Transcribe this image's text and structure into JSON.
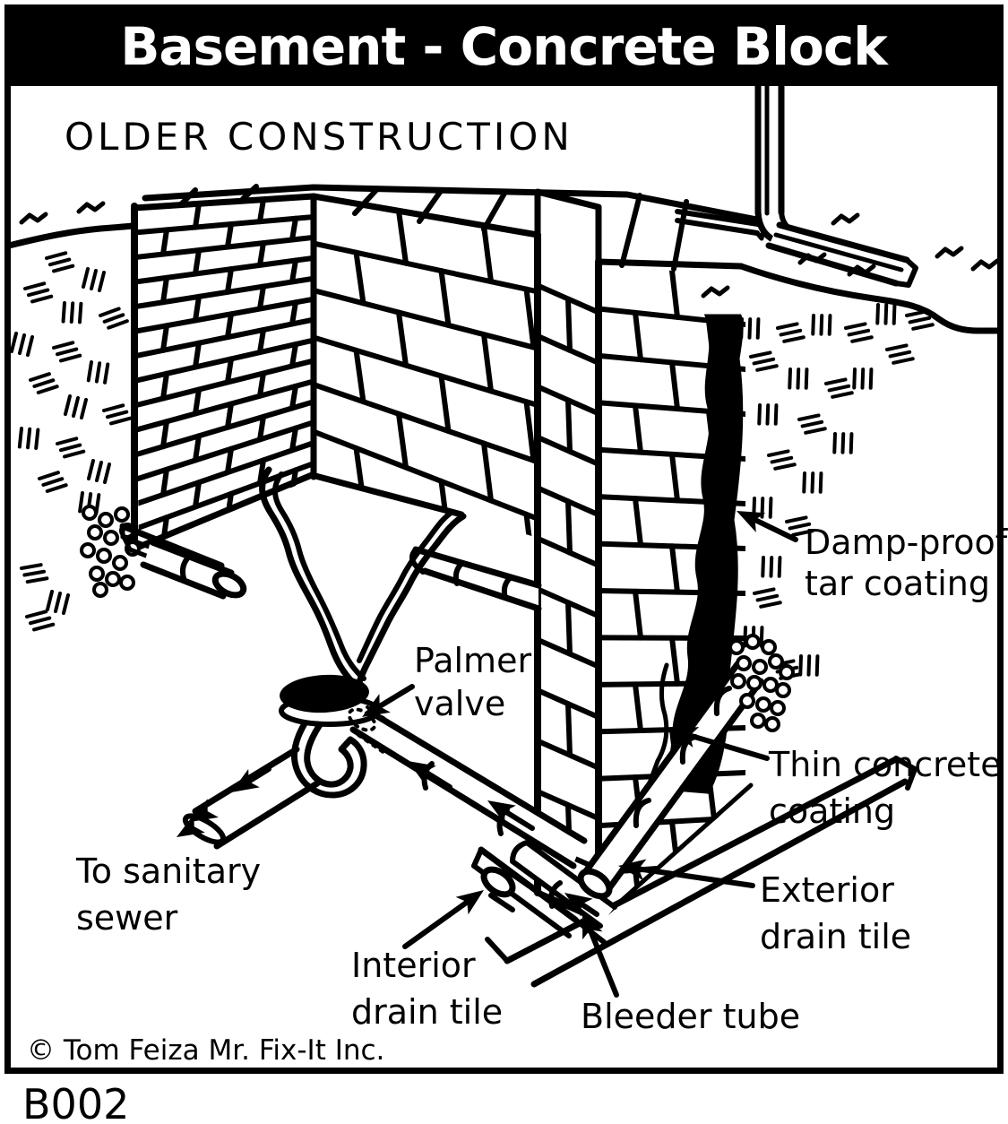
{
  "title": "Basement - Concrete Block",
  "subtitle": "OLDER CONSTRUCTION",
  "figure_id": "B002",
  "copyright": "© Tom Feiza Mr. Fix-It Inc.",
  "colors": {
    "ink": "#000000",
    "paper": "#ffffff",
    "banner_bg": "#000000",
    "banner_text": "#ffffff",
    "tar_coating_fill": "#000000",
    "palmer_valve_fill": "#000000"
  },
  "labels": {
    "palmer_valve": {
      "line1": "Palmer",
      "line2": "valve"
    },
    "damp_proof": {
      "line1": "Damp-proof",
      "line2": "tar coating"
    },
    "thin_concrete": {
      "line1": "Thin concrete",
      "line2": "coating"
    },
    "exterior_drain": {
      "line1": "Exterior",
      "line2": "drain tile"
    },
    "bleeder_tube": {
      "line1": "Bleeder tube"
    },
    "interior_drain": {
      "line1": "Interior",
      "line2": "drain tile"
    },
    "to_sanitary_sewer": {
      "line1": "To sanitary",
      "line2": "sewer"
    }
  }
}
